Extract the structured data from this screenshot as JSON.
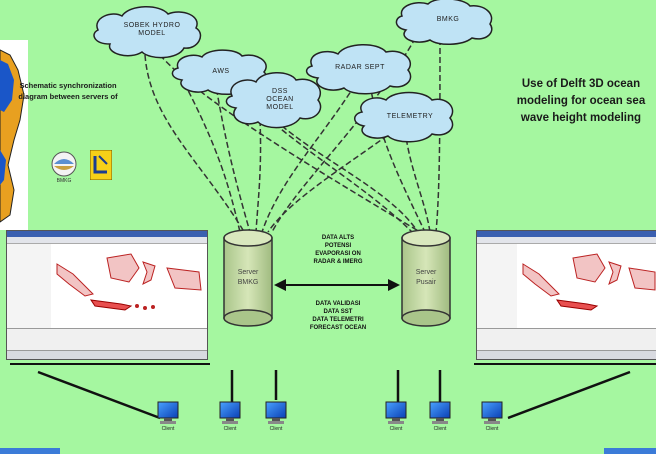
{
  "clouds": {
    "sobek": "SOBEK HYDRO\nMODEL",
    "aws": "AWS",
    "dss": "DSS\nOCEAN\nMODEL",
    "radar": "RADAR SEPT",
    "telemetry": "TELEMETRY",
    "bmkg": "BMKG"
  },
  "left_caption": "Schematic synchronization diagram between servers of",
  "right_caption": "Use of Delft 3D ocean modeling for ocean sea wave height modeling",
  "servers": {
    "left": "Server\nBMKG",
    "right": "Server\nPusair"
  },
  "exchange_top": "DATA ALTS\nPOTENSI\nEVAPORASI ON\nRADAR & IMERG",
  "exchange_bottom": "DATA VALIDASI\nDATA SST\nDATA TELEMETRI\nFORECAST OCEAN",
  "clients_left": [
    "Client",
    "Client",
    "Client"
  ],
  "clients_right": [
    "Client",
    "Client",
    "Client"
  ],
  "logos": [
    "bmkg-logo",
    "pu-logo"
  ],
  "colors": {
    "background": "#a5f7a0",
    "cylinder": "#c9dca7",
    "wire": "#333333",
    "sea": "#1a56c8",
    "land": "#e8a020"
  }
}
